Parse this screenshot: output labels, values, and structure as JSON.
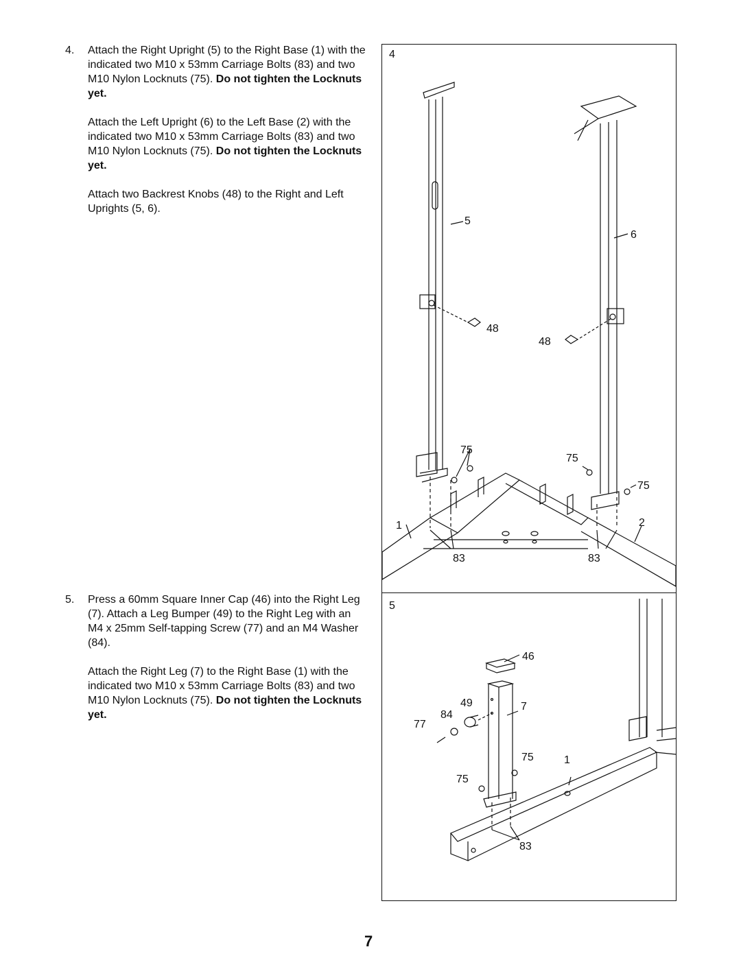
{
  "step4": {
    "number": "4.",
    "para1_text": "Attach the Right Upright (5) to the Right Base (1) with the indicated two M10 x 53mm Carriage Bolts (83) and two M10 Nylon Locknuts (75).",
    "para1_warning": "Do not tighten the Locknuts yet.",
    "para2_text": "Attach the Left Upright (6) to the Left Base (2) with the indicated two M10 x 53mm Carriage Bolts (83) and two M10 Nylon Locknuts (75).",
    "para2_warning": "Do not tighten the Locknuts yet.",
    "para3_text": "Attach two Backrest Knobs (48) to the Right and Left Uprights (5, 6)."
  },
  "step5": {
    "number": "5.",
    "para1_text": "Press a 60mm Square Inner Cap (46) into the Right Leg (7). Attach a Leg Bumper (49) to the Right Leg with an M4 x 25mm Self-tapping Screw (77) and an M4 Washer (84).",
    "para2_text": "Attach the Right Leg (7) to the Right Base (1) with the indicated two M10 x 53mm Carriage Bolts (83) and two M10 Nylon Locknuts (75).",
    "para2_warning": "Do not tighten the Locknuts yet."
  },
  "figure4": {
    "step_number": "4",
    "labels": {
      "right_upright": "5",
      "left_upright": "6",
      "knob_right": "48",
      "knob_left": "48",
      "nut_right": "75",
      "nut_left_a": "75",
      "nut_left_b": "75",
      "right_base": "1",
      "left_base": "2",
      "bolt_right": "83",
      "bolt_left": "83"
    }
  },
  "figure5": {
    "step_number": "5",
    "labels": {
      "inner_cap": "46",
      "leg_bumper": "49",
      "right_leg": "7",
      "washer": "84",
      "screw": "77",
      "nut_a": "75",
      "nut_b": "75",
      "right_base": "1",
      "bolts": "83"
    }
  },
  "page_number": "7"
}
